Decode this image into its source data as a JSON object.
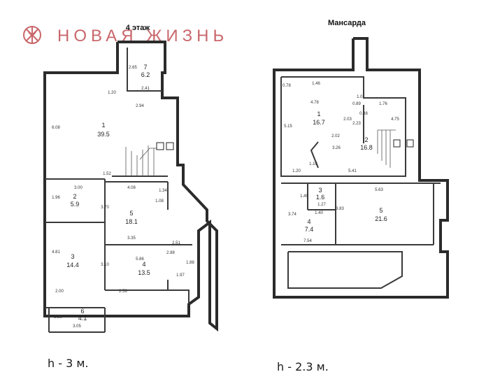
{
  "brand": {
    "text": "НОВАЯ ЖИЗНЬ",
    "logo": "snowflake-emblem-icon",
    "color": "#c9676c"
  },
  "floor4": {
    "title": "4 этаж",
    "height_note": "h - 3 м.",
    "rooms": [
      {
        "num": "1",
        "area": "39.5"
      },
      {
        "num": "2",
        "area": "5.9"
      },
      {
        "num": "3",
        "area": "14.4"
      },
      {
        "num": "4",
        "area": "13.5"
      },
      {
        "num": "5",
        "area": "18.1"
      },
      {
        "num": "6",
        "area": "4.1"
      },
      {
        "num": "7",
        "area": "6.2"
      }
    ],
    "dims": [
      "2.65",
      "2.41",
      "1.20",
      "2.94",
      "6.08",
      "1.52",
      "3.00",
      "4.08",
      "1.34",
      "1.96",
      "3.70",
      "1.08",
      "4.81",
      "3.35",
      "2.51",
      "5.86",
      "2.88",
      "3.10",
      "1.88",
      "1.97",
      "2.00",
      "2.58",
      "1.35",
      "3.05"
    ]
  },
  "attic": {
    "title": "Мансарда",
    "height_note": "h - 2.3 м.",
    "rooms": [
      {
        "num": "1",
        "area": "16.7"
      },
      {
        "num": "2",
        "area": "16.8"
      },
      {
        "num": "3",
        "area": "1.6"
      },
      {
        "num": "4",
        "area": "7.4"
      },
      {
        "num": "5",
        "area": "21.6"
      }
    ],
    "dims": [
      "0.78",
      "1.46",
      "4.78",
      "0.89",
      "1.01",
      "0.88",
      "1.76",
      "5.15",
      "2.03",
      "2.02",
      "2.23",
      "3.26",
      "4.75",
      "1.20",
      "1.10",
      "5.41",
      "1.49",
      "1.27",
      "5.63",
      "3.74",
      "3.83",
      "1.40",
      "7.54"
    ]
  }
}
